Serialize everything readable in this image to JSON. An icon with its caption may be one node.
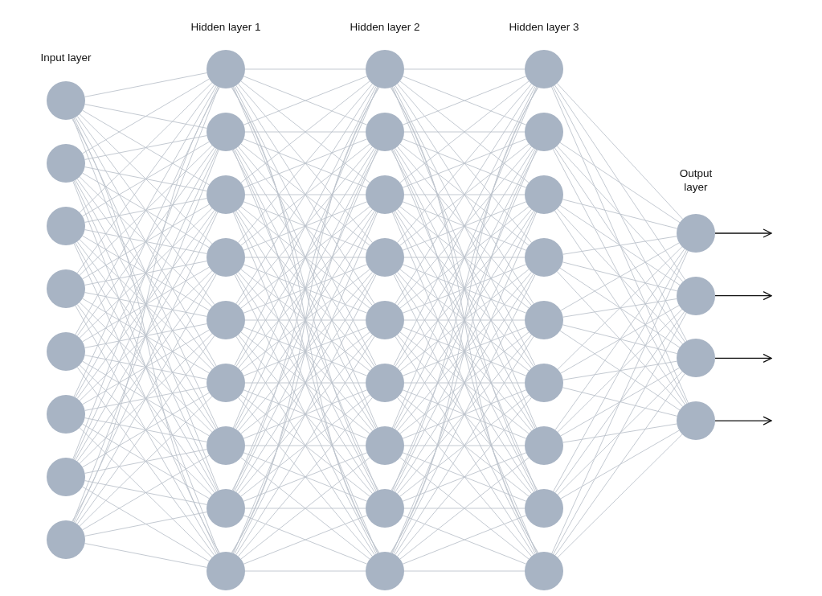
{
  "diagram": {
    "nodes": [
      {
        "text": [],
        "shape": "circle"
      },
      {
        "text": [],
        "shape": "circle"
      },
      {
        "text": [],
        "shape": "circle"
      },
      {
        "text": [],
        "shape": "circle"
      },
      {
        "text": [],
        "shape": "circle"
      },
      {
        "text": [],
        "shape": "circle"
      },
      {
        "text": [],
        "shape": "circle"
      },
      {
        "text": [],
        "shape": "circle"
      },
      {
        "text": [],
        "shape": "circle"
      },
      {
        "text": [],
        "shape": "circle"
      },
      {
        "text": [],
        "shape": "circle"
      },
      {
        "text": [],
        "shape": "circle"
      },
      {
        "text": [],
        "shape": "circle"
      },
      {
        "text": [],
        "shape": "circle"
      },
      {
        "text": [],
        "shape": "circle"
      },
      {
        "text": [],
        "shape": "circle"
      },
      {
        "text": [],
        "shape": "circle"
      },
      {
        "text": [],
        "shape": "circle"
      },
      {
        "text": [],
        "shape": "circle"
      },
      {
        "text": [],
        "shape": "circle"
      },
      {
        "text": [],
        "shape": "circle"
      },
      {
        "text": [],
        "shape": "circle"
      },
      {
        "text": [],
        "shape": "circle"
      },
      {
        "text": [],
        "shape": "circle"
      },
      {
        "text": [],
        "shape": "circle"
      },
      {
        "text": [],
        "shape": "circle"
      },
      {
        "text": [],
        "shape": "circle"
      },
      {
        "text": [],
        "shape": "circle"
      },
      {
        "text": [],
        "shape": "circle"
      },
      {
        "text": [],
        "shape": "circle"
      },
      {
        "text": [],
        "shape": "circle"
      },
      {
        "text": [],
        "shape": "circle"
      },
      {
        "text": [],
        "shape": "circle"
      },
      {
        "text": [],
        "shape": "circle"
      },
      {
        "text": [],
        "shape": "circle"
      },
      {
        "text": [],
        "shape": "circle"
      },
      {
        "text": [],
        "shape": "circle"
      },
      {
        "text": [],
        "shape": "circle"
      },
      {
        "text": [],
        "shape": "circle"
      }
    ],
    "edges": [
      {
        "from": 0,
        "to": 8,
        "arrow": "none"
      },
      {
        "from": 0,
        "to": 9,
        "arrow": "none"
      },
      {
        "from": 0,
        "to": 10,
        "arrow": "none"
      },
      {
        "from": 0,
        "to": 11,
        "arrow": "none"
      },
      {
        "from": 0,
        "to": 12,
        "arrow": "none"
      },
      {
        "from": 0,
        "to": 13,
        "arrow": "none"
      },
      {
        "from": 0,
        "to": 14,
        "arrow": "none"
      },
      {
        "from": 0,
        "to": 15,
        "arrow": "none"
      },
      {
        "from": 0,
        "to": 16,
        "arrow": "none"
      },
      {
        "from": 1,
        "to": 8,
        "arrow": "none"
      },
      {
        "from": 1,
        "to": 9,
        "arrow": "none"
      },
      {
        "from": 1,
        "to": 10,
        "arrow": "none"
      },
      {
        "from": 1,
        "to": 11,
        "arrow": "none"
      },
      {
        "from": 1,
        "to": 12,
        "arrow": "none"
      },
      {
        "from": 1,
        "to": 13,
        "arrow": "none"
      },
      {
        "from": 1,
        "to": 14,
        "arrow": "none"
      },
      {
        "from": 1,
        "to": 15,
        "arrow": "none"
      },
      {
        "from": 1,
        "to": 16,
        "arrow": "none"
      },
      {
        "from": 2,
        "to": 8,
        "arrow": "none"
      },
      {
        "from": 2,
        "to": 9,
        "arrow": "none"
      },
      {
        "from": 2,
        "to": 10,
        "arrow": "none"
      },
      {
        "from": 2,
        "to": 11,
        "arrow": "none"
      },
      {
        "from": 2,
        "to": 12,
        "arrow": "none"
      },
      {
        "from": 2,
        "to": 13,
        "arrow": "none"
      },
      {
        "from": 2,
        "to": 14,
        "arrow": "none"
      },
      {
        "from": 2,
        "to": 15,
        "arrow": "none"
      },
      {
        "from": 2,
        "to": 16,
        "arrow": "none"
      },
      {
        "from": 3,
        "to": 8,
        "arrow": "none"
      },
      {
        "from": 3,
        "to": 9,
        "arrow": "none"
      },
      {
        "from": 3,
        "to": 10,
        "arrow": "none"
      },
      {
        "from": 3,
        "to": 11,
        "arrow": "none"
      },
      {
        "from": 3,
        "to": 12,
        "arrow": "none"
      },
      {
        "from": 3,
        "to": 13,
        "arrow": "none"
      },
      {
        "from": 3,
        "to": 14,
        "arrow": "none"
      },
      {
        "from": 3,
        "to": 15,
        "arrow": "none"
      },
      {
        "from": 3,
        "to": 16,
        "arrow": "none"
      },
      {
        "from": 4,
        "to": 8,
        "arrow": "none"
      },
      {
        "from": 4,
        "to": 9,
        "arrow": "none"
      },
      {
        "from": 4,
        "to": 10,
        "arrow": "none"
      },
      {
        "from": 4,
        "to": 11,
        "arrow": "none"
      },
      {
        "from": 4,
        "to": 12,
        "arrow": "none"
      },
      {
        "from": 4,
        "to": 13,
        "arrow": "none"
      },
      {
        "from": 4,
        "to": 14,
        "arrow": "none"
      },
      {
        "from": 4,
        "to": 15,
        "arrow": "none"
      },
      {
        "from": 4,
        "to": 16,
        "arrow": "none"
      },
      {
        "from": 5,
        "to": 8,
        "arrow": "none"
      },
      {
        "from": 5,
        "to": 9,
        "arrow": "none"
      },
      {
        "from": 5,
        "to": 10,
        "arrow": "none"
      },
      {
        "from": 5,
        "to": 11,
        "arrow": "none"
      },
      {
        "from": 5,
        "to": 12,
        "arrow": "none"
      },
      {
        "from": 5,
        "to": 13,
        "arrow": "none"
      },
      {
        "from": 5,
        "to": 14,
        "arrow": "none"
      },
      {
        "from": 5,
        "to": 15,
        "arrow": "none"
      },
      {
        "from": 5,
        "to": 16,
        "arrow": "none"
      },
      {
        "from": 6,
        "to": 8,
        "arrow": "none"
      },
      {
        "from": 6,
        "to": 9,
        "arrow": "none"
      },
      {
        "from": 6,
        "to": 10,
        "arrow": "none"
      },
      {
        "from": 6,
        "to": 11,
        "arrow": "none"
      },
      {
        "from": 6,
        "to": 12,
        "arrow": "none"
      },
      {
        "from": 6,
        "to": 13,
        "arrow": "none"
      },
      {
        "from": 6,
        "to": 14,
        "arrow": "none"
      },
      {
        "from": 6,
        "to": 15,
        "arrow": "none"
      },
      {
        "from": 6,
        "to": 16,
        "arrow": "none"
      },
      {
        "from": 7,
        "to": 8,
        "arrow": "none"
      },
      {
        "from": 7,
        "to": 9,
        "arrow": "none"
      },
      {
        "from": 7,
        "to": 10,
        "arrow": "none"
      },
      {
        "from": 7,
        "to": 11,
        "arrow": "none"
      },
      {
        "from": 7,
        "to": 12,
        "arrow": "none"
      },
      {
        "from": 7,
        "to": 13,
        "arrow": "none"
      },
      {
        "from": 7,
        "to": 14,
        "arrow": "none"
      },
      {
        "from": 7,
        "to": 15,
        "arrow": "none"
      },
      {
        "from": 7,
        "to": 16,
        "arrow": "none"
      },
      {
        "from": 8,
        "to": 17,
        "arrow": "none"
      },
      {
        "from": 8,
        "to": 18,
        "arrow": "none"
      },
      {
        "from": 8,
        "to": 19,
        "arrow": "none"
      },
      {
        "from": 8,
        "to": 20,
        "arrow": "none"
      },
      {
        "from": 8,
        "to": 21,
        "arrow": "none"
      },
      {
        "from": 8,
        "to": 22,
        "arrow": "none"
      },
      {
        "from": 8,
        "to": 23,
        "arrow": "none"
      },
      {
        "from": 8,
        "to": 24,
        "arrow": "none"
      },
      {
        "from": 8,
        "to": 25,
        "arrow": "none"
      },
      {
        "from": 9,
        "to": 17,
        "arrow": "none"
      },
      {
        "from": 9,
        "to": 18,
        "arrow": "none"
      },
      {
        "from": 9,
        "to": 19,
        "arrow": "none"
      },
      {
        "from": 9,
        "to": 20,
        "arrow": "none"
      },
      {
        "from": 9,
        "to": 21,
        "arrow": "none"
      },
      {
        "from": 9,
        "to": 22,
        "arrow": "none"
      },
      {
        "from": 9,
        "to": 23,
        "arrow": "none"
      },
      {
        "from": 9,
        "to": 24,
        "arrow": "none"
      },
      {
        "from": 9,
        "to": 25,
        "arrow": "none"
      },
      {
        "from": 10,
        "to": 17,
        "arrow": "none"
      },
      {
        "from": 10,
        "to": 18,
        "arrow": "none"
      },
      {
        "from": 10,
        "to": 19,
        "arrow": "none"
      },
      {
        "from": 10,
        "to": 20,
        "arrow": "none"
      },
      {
        "from": 10,
        "to": 21,
        "arrow": "none"
      },
      {
        "from": 10,
        "to": 22,
        "arrow": "none"
      },
      {
        "from": 10,
        "to": 23,
        "arrow": "none"
      },
      {
        "from": 10,
        "to": 24,
        "arrow": "none"
      },
      {
        "from": 10,
        "to": 25,
        "arrow": "none"
      },
      {
        "from": 11,
        "to": 17,
        "arrow": "none"
      },
      {
        "from": 11,
        "to": 18,
        "arrow": "none"
      },
      {
        "from": 11,
        "to": 19,
        "arrow": "none"
      },
      {
        "from": 11,
        "to": 20,
        "arrow": "none"
      },
      {
        "from": 11,
        "to": 21,
        "arrow": "none"
      },
      {
        "from": 11,
        "to": 22,
        "arrow": "none"
      },
      {
        "from": 11,
        "to": 23,
        "arrow": "none"
      },
      {
        "from": 11,
        "to": 24,
        "arrow": "none"
      },
      {
        "from": 11,
        "to": 25,
        "arrow": "none"
      },
      {
        "from": 12,
        "to": 17,
        "arrow": "none"
      },
      {
        "from": 12,
        "to": 18,
        "arrow": "none"
      },
      {
        "from": 12,
        "to": 19,
        "arrow": "none"
      },
      {
        "from": 12,
        "to": 20,
        "arrow": "none"
      },
      {
        "from": 12,
        "to": 21,
        "arrow": "none"
      },
      {
        "from": 12,
        "to": 22,
        "arrow": "none"
      },
      {
        "from": 12,
        "to": 23,
        "arrow": "none"
      },
      {
        "from": 12,
        "to": 24,
        "arrow": "none"
      },
      {
        "from": 12,
        "to": 25,
        "arrow": "none"
      },
      {
        "from": 13,
        "to": 17,
        "arrow": "none"
      },
      {
        "from": 13,
        "to": 18,
        "arrow": "none"
      },
      {
        "from": 13,
        "to": 19,
        "arrow": "none"
      },
      {
        "from": 13,
        "to": 20,
        "arrow": "none"
      },
      {
        "from": 13,
        "to": 21,
        "arrow": "none"
      },
      {
        "from": 13,
        "to": 22,
        "arrow": "none"
      },
      {
        "from": 13,
        "to": 23,
        "arrow": "none"
      },
      {
        "from": 13,
        "to": 24,
        "arrow": "none"
      },
      {
        "from": 13,
        "to": 25,
        "arrow": "none"
      },
      {
        "from": 14,
        "to": 17,
        "arrow": "none"
      },
      {
        "from": 14,
        "to": 18,
        "arrow": "none"
      },
      {
        "from": 14,
        "to": 19,
        "arrow": "none"
      },
      {
        "from": 14,
        "to": 20,
        "arrow": "none"
      },
      {
        "from": 14,
        "to": 21,
        "arrow": "none"
      },
      {
        "from": 14,
        "to": 22,
        "arrow": "none"
      },
      {
        "from": 14,
        "to": 23,
        "arrow": "none"
      },
      {
        "from": 14,
        "to": 24,
        "arrow": "none"
      },
      {
        "from": 14,
        "to": 25,
        "arrow": "none"
      },
      {
        "from": 15,
        "to": 17,
        "arrow": "none"
      },
      {
        "from": 15,
        "to": 18,
        "arrow": "none"
      },
      {
        "from": 15,
        "to": 19,
        "arrow": "none"
      },
      {
        "from": 15,
        "to": 20,
        "arrow": "none"
      },
      {
        "from": 15,
        "to": 21,
        "arrow": "none"
      },
      {
        "from": 15,
        "to": 22,
        "arrow": "none"
      },
      {
        "from": 15,
        "to": 23,
        "arrow": "none"
      },
      {
        "from": 15,
        "to": 24,
        "arrow": "none"
      },
      {
        "from": 15,
        "to": 25,
        "arrow": "none"
      },
      {
        "from": 16,
        "to": 17,
        "arrow": "none"
      },
      {
        "from": 16,
        "to": 18,
        "arrow": "none"
      },
      {
        "from": 16,
        "to": 19,
        "arrow": "none"
      },
      {
        "from": 16,
        "to": 20,
        "arrow": "none"
      },
      {
        "from": 16,
        "to": 21,
        "arrow": "none"
      },
      {
        "from": 16,
        "to": 22,
        "arrow": "none"
      },
      {
        "from": 16,
        "to": 23,
        "arrow": "none"
      },
      {
        "from": 16,
        "to": 24,
        "arrow": "none"
      },
      {
        "from": 16,
        "to": 25,
        "arrow": "none"
      },
      {
        "from": 17,
        "to": 26,
        "arrow": "none"
      },
      {
        "from": 17,
        "to": 27,
        "arrow": "none"
      },
      {
        "from": 17,
        "to": 28,
        "arrow": "none"
      },
      {
        "from": 17,
        "to": 29,
        "arrow": "none"
      },
      {
        "from": 17,
        "to": 30,
        "arrow": "none"
      },
      {
        "from": 17,
        "to": 31,
        "arrow": "none"
      },
      {
        "from": 17,
        "to": 32,
        "arrow": "none"
      },
      {
        "from": 17,
        "to": 33,
        "arrow": "none"
      },
      {
        "from": 17,
        "to": 34,
        "arrow": "none"
      },
      {
        "from": 18,
        "to": 26,
        "arrow": "none"
      },
      {
        "from": 18,
        "to": 27,
        "arrow": "none"
      },
      {
        "from": 18,
        "to": 28,
        "arrow": "none"
      },
      {
        "from": 18,
        "to": 29,
        "arrow": "none"
      },
      {
        "from": 18,
        "to": 30,
        "arrow": "none"
      },
      {
        "from": 18,
        "to": 31,
        "arrow": "none"
      },
      {
        "from": 18,
        "to": 32,
        "arrow": "none"
      },
      {
        "from": 18,
        "to": 33,
        "arrow": "none"
      },
      {
        "from": 18,
        "to": 34,
        "arrow": "none"
      },
      {
        "from": 19,
        "to": 26,
        "arrow": "none"
      },
      {
        "from": 19,
        "to": 27,
        "arrow": "none"
      },
      {
        "from": 19,
        "to": 28,
        "arrow": "none"
      },
      {
        "from": 19,
        "to": 29,
        "arrow": "none"
      },
      {
        "from": 19,
        "to": 30,
        "arrow": "none"
      },
      {
        "from": 19,
        "to": 31,
        "arrow": "none"
      },
      {
        "from": 19,
        "to": 32,
        "arrow": "none"
      },
      {
        "from": 19,
        "to": 33,
        "arrow": "none"
      },
      {
        "from": 19,
        "to": 34,
        "arrow": "none"
      },
      {
        "from": 20,
        "to": 26,
        "arrow": "none"
      },
      {
        "from": 20,
        "to": 27,
        "arrow": "none"
      },
      {
        "from": 20,
        "to": 28,
        "arrow": "none"
      },
      {
        "from": 20,
        "to": 29,
        "arrow": "none"
      },
      {
        "from": 20,
        "to": 30,
        "arrow": "none"
      },
      {
        "from": 20,
        "to": 31,
        "arrow": "none"
      },
      {
        "from": 20,
        "to": 32,
        "arrow": "none"
      },
      {
        "from": 20,
        "to": 33,
        "arrow": "none"
      },
      {
        "from": 20,
        "to": 34,
        "arrow": "none"
      },
      {
        "from": 21,
        "to": 26,
        "arrow": "none"
      },
      {
        "from": 21,
        "to": 27,
        "arrow": "none"
      },
      {
        "from": 21,
        "to": 28,
        "arrow": "none"
      },
      {
        "from": 21,
        "to": 29,
        "arrow": "none"
      },
      {
        "from": 21,
        "to": 30,
        "arrow": "none"
      },
      {
        "from": 21,
        "to": 31,
        "arrow": "none"
      },
      {
        "from": 21,
        "to": 32,
        "arrow": "none"
      },
      {
        "from": 21,
        "to": 33,
        "arrow": "none"
      },
      {
        "from": 21,
        "to": 34,
        "arrow": "none"
      },
      {
        "from": 22,
        "to": 26,
        "arrow": "none"
      },
      {
        "from": 22,
        "to": 27,
        "arrow": "none"
      },
      {
        "from": 22,
        "to": 28,
        "arrow": "none"
      },
      {
        "from": 22,
        "to": 29,
        "arrow": "none"
      },
      {
        "from": 22,
        "to": 30,
        "arrow": "none"
      },
      {
        "from": 22,
        "to": 31,
        "arrow": "none"
      },
      {
        "from": 22,
        "to": 32,
        "arrow": "none"
      },
      {
        "from": 22,
        "to": 33,
        "arrow": "none"
      },
      {
        "from": 22,
        "to": 34,
        "arrow": "none"
      },
      {
        "from": 23,
        "to": 26,
        "arrow": "none"
      },
      {
        "from": 23,
        "to": 27,
        "arrow": "none"
      },
      {
        "from": 23,
        "to": 28,
        "arrow": "none"
      },
      {
        "from": 23,
        "to": 29,
        "arrow": "none"
      },
      {
        "from": 23,
        "to": 30,
        "arrow": "none"
      },
      {
        "from": 23,
        "to": 31,
        "arrow": "none"
      },
      {
        "from": 23,
        "to": 32,
        "arrow": "none"
      },
      {
        "from": 23,
        "to": 33,
        "arrow": "none"
      },
      {
        "from": 23,
        "to": 34,
        "arrow": "none"
      },
      {
        "from": 24,
        "to": 26,
        "arrow": "none"
      },
      {
        "from": 24,
        "to": 27,
        "arrow": "none"
      },
      {
        "from": 24,
        "to": 28,
        "arrow": "none"
      },
      {
        "from": 24,
        "to": 29,
        "arrow": "none"
      },
      {
        "from": 24,
        "to": 30,
        "arrow": "none"
      },
      {
        "from": 24,
        "to": 31,
        "arrow": "none"
      },
      {
        "from": 24,
        "to": 32,
        "arrow": "none"
      },
      {
        "from": 24,
        "to": 33,
        "arrow": "none"
      },
      {
        "from": 24,
        "to": 34,
        "arrow": "none"
      },
      {
        "from": 25,
        "to": 26,
        "arrow": "none"
      },
      {
        "from": 25,
        "to": 27,
        "arrow": "none"
      },
      {
        "from": 25,
        "to": 28,
        "arrow": "none"
      },
      {
        "from": 25,
        "to": 29,
        "arrow": "none"
      },
      {
        "from": 25,
        "to": 30,
        "arrow": "none"
      },
      {
        "from": 25,
        "to": 31,
        "arrow": "none"
      },
      {
        "from": 25,
        "to": 32,
        "arrow": "none"
      },
      {
        "from": 25,
        "to": 33,
        "arrow": "none"
      },
      {
        "from": 25,
        "to": 34,
        "arrow": "none"
      },
      {
        "from": 26,
        "to": 35,
        "arrow": "none"
      },
      {
        "from": 26,
        "to": 36,
        "arrow": "none"
      },
      {
        "from": 26,
        "to": 37,
        "arrow": "none"
      },
      {
        "from": 26,
        "to": 38,
        "arrow": "none"
      },
      {
        "from": 27,
        "to": 35,
        "arrow": "none"
      },
      {
        "from": 27,
        "to": 36,
        "arrow": "none"
      },
      {
        "from": 27,
        "to": 37,
        "arrow": "none"
      },
      {
        "from": 27,
        "to": 38,
        "arrow": "none"
      },
      {
        "from": 28,
        "to": 35,
        "arrow": "none"
      },
      {
        "from": 28,
        "to": 36,
        "arrow": "none"
      },
      {
        "from": 28,
        "to": 37,
        "arrow": "none"
      },
      {
        "from": 28,
        "to": 38,
        "arrow": "none"
      },
      {
        "from": 29,
        "to": 35,
        "arrow": "none"
      },
      {
        "from": 29,
        "to": 36,
        "arrow": "none"
      },
      {
        "from": 29,
        "to": 37,
        "arrow": "none"
      },
      {
        "from": 29,
        "to": 38,
        "arrow": "none"
      },
      {
        "from": 30,
        "to": 35,
        "arrow": "none"
      },
      {
        "from": 30,
        "to": 36,
        "arrow": "none"
      },
      {
        "from": 30,
        "to": 37,
        "arrow": "none"
      },
      {
        "from": 30,
        "to": 38,
        "arrow": "none"
      },
      {
        "from": 31,
        "to": 35,
        "arrow": "none"
      },
      {
        "from": 31,
        "to": 36,
        "arrow": "none"
      },
      {
        "from": 31,
        "to": 37,
        "arrow": "none"
      },
      {
        "from": 31,
        "to": 38,
        "arrow": "none"
      },
      {
        "from": 32,
        "to": 35,
        "arrow": "none"
      },
      {
        "from": 32,
        "to": 36,
        "arrow": "none"
      },
      {
        "from": 32,
        "to": 37,
        "arrow": "none"
      },
      {
        "from": 32,
        "to": 38,
        "arrow": "none"
      },
      {
        "from": 33,
        "to": 35,
        "arrow": "none"
      },
      {
        "from": 33,
        "to": 36,
        "arrow": "none"
      },
      {
        "from": 33,
        "to": 37,
        "arrow": "none"
      },
      {
        "from": 33,
        "to": 38,
        "arrow": "none"
      },
      {
        "from": 34,
        "to": 35,
        "arrow": "none"
      },
      {
        "from": 34,
        "to": 36,
        "arrow": "none"
      },
      {
        "from": 34,
        "to": 37,
        "arrow": "none"
      },
      {
        "from": 34,
        "to": 38,
        "arrow": "none"
      },
      {
        "from": 35,
        "to": null,
        "arrow": "to",
        "color": "#111111"
      },
      {
        "from": 36,
        "to": null,
        "arrow": "to",
        "color": "#111111"
      },
      {
        "from": 37,
        "to": null,
        "arrow": "to",
        "color": "#111111"
      },
      {
        "from": 38,
        "to": null,
        "arrow": "to",
        "color": "#111111"
      }
    ],
    "labels": [
      "Input layer",
      "Hidden layer 1",
      "Hidden layer 2",
      "Hidden layer 3",
      "Output layer"
    ]
  }
}
